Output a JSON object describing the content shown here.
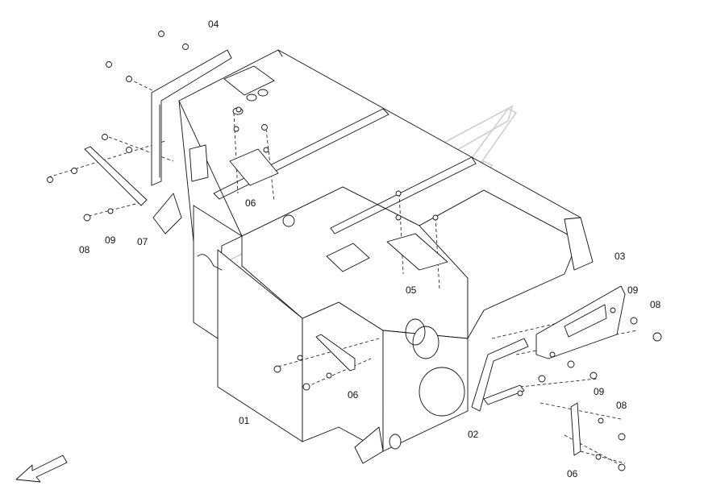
{
  "labels": {
    "p01": "01",
    "p02": "02",
    "p03": "03",
    "p04": "04",
    "p05": "05",
    "p06a": "06",
    "p06b": "06",
    "p06c": "06",
    "p07": "07",
    "p08a": "08",
    "p08b": "08",
    "p08c": "08",
    "p09a": "09",
    "p09b": "09",
    "p09c": "09"
  },
  "icons": {
    "direction_arrow": "arrow-down-left-icon",
    "watermark": "watermark-logo"
  },
  "colors": {
    "line": "#111111",
    "watermark": "#c9c9c9",
    "background": "#ffffff"
  }
}
